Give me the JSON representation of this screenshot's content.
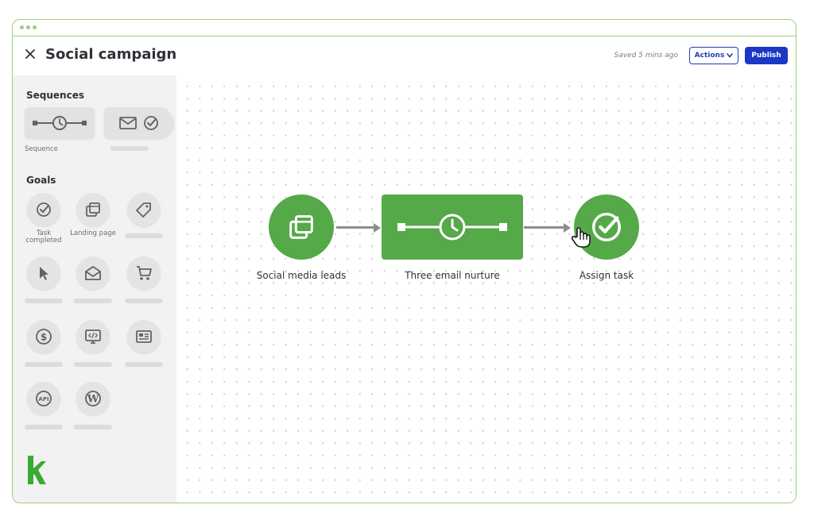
{
  "header": {
    "title": "Social campaign",
    "saved_text": "Saved 5 mins ago",
    "actions_label": "Actions",
    "publish_label": "Publish"
  },
  "sidebar": {
    "sequences_title": "Sequences",
    "sequence_items": [
      {
        "label": "Sequence",
        "icon": "sequence-timer-icon"
      },
      {
        "label": "",
        "icon": "email-check-icon"
      }
    ],
    "goals_title": "Goals",
    "goal_items": [
      {
        "label": "Task completed",
        "icon": "check-circle-icon"
      },
      {
        "label": "Landing page",
        "icon": "landing-page-icon"
      },
      {
        "label": "",
        "icon": "tag-icon"
      },
      {
        "label": "",
        "icon": "pointer-icon"
      },
      {
        "label": "",
        "icon": "envelope-open-icon"
      },
      {
        "label": "",
        "icon": "cart-icon"
      },
      {
        "label": "",
        "icon": "dollar-icon"
      },
      {
        "label": "",
        "icon": "code-monitor-icon"
      },
      {
        "label": "",
        "icon": "form-icon"
      },
      {
        "label": "",
        "icon": "api-icon"
      },
      {
        "label": "",
        "icon": "wordpress-icon"
      }
    ]
  },
  "canvas": {
    "nodes": [
      {
        "label": "Social media leads",
        "icon": "landing-page-icon"
      },
      {
        "label": "Three email nurture",
        "icon": "sequence-timer-icon"
      },
      {
        "label": "Assign task",
        "icon": "check-circle-icon"
      }
    ]
  },
  "colors": {
    "accent_green": "#55a948",
    "brand_blue": "#1b37c6",
    "window_border": "#9ccf7f"
  }
}
